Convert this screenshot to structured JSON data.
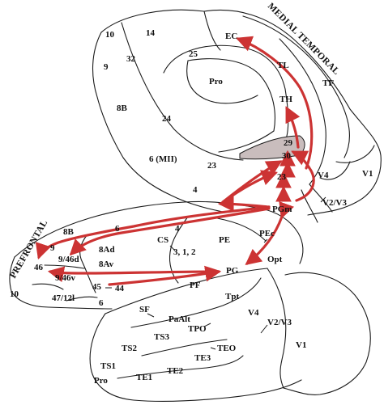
{
  "headers": {
    "medial_temporal": "MEDIAL TEMPORAL",
    "prefrontal": "PREFRONTAL"
  },
  "regions": {
    "ec": "EC",
    "a14": "14",
    "a10_top": "10",
    "a25": "25",
    "a32": "32",
    "a9_top": "9",
    "pro_top": "Pro",
    "tl": "TL",
    "tf": "TF",
    "th": "TH",
    "a8b_top": "8B",
    "a24": "24",
    "a29": "29",
    "a30": "30",
    "a6mii": "6 (MII)",
    "a23a": "23",
    "a23b": "23",
    "v4_top": "V4",
    "v1_top": "V1",
    "a4_top": "4",
    "pgm": "PGm",
    "v2v3_top": "V2/V3",
    "a8b_left": "8B",
    "a6_mid": "6",
    "a4_mid": "4",
    "cs": "CS",
    "a312": "3, 1, 2",
    "pe": "PE",
    "pec": "PEc",
    "a9_left": "9",
    "a8ad": "8Ad",
    "a946d": "9/46d",
    "a8av": "8Av",
    "a46": "46",
    "a946v": "9/46v",
    "pg": "PG",
    "opt": "Opt",
    "a10_bottom": "10",
    "a45": "45",
    "a44": "44",
    "pf": "PF",
    "a4712l": "47/12l",
    "a6_bottom": "6",
    "tpt": "Tpt",
    "sf": "SF",
    "paalt": "PaAlt",
    "v4_bottom": "V4",
    "v2v3_bottom": "V2/V3",
    "tpo": "TPO",
    "ts3": "TS3",
    "ts2": "TS2",
    "teo": "TEO",
    "v1_bottom": "V1",
    "te3": "TE3",
    "ts1": "TS1",
    "te2": "TE2",
    "te1": "TE1",
    "pro_bottom": "Pro"
  },
  "colors": {
    "pathway": "#cc3333",
    "outline": "#1a1a1a",
    "shaded_region": "#c9bdbd"
  }
}
